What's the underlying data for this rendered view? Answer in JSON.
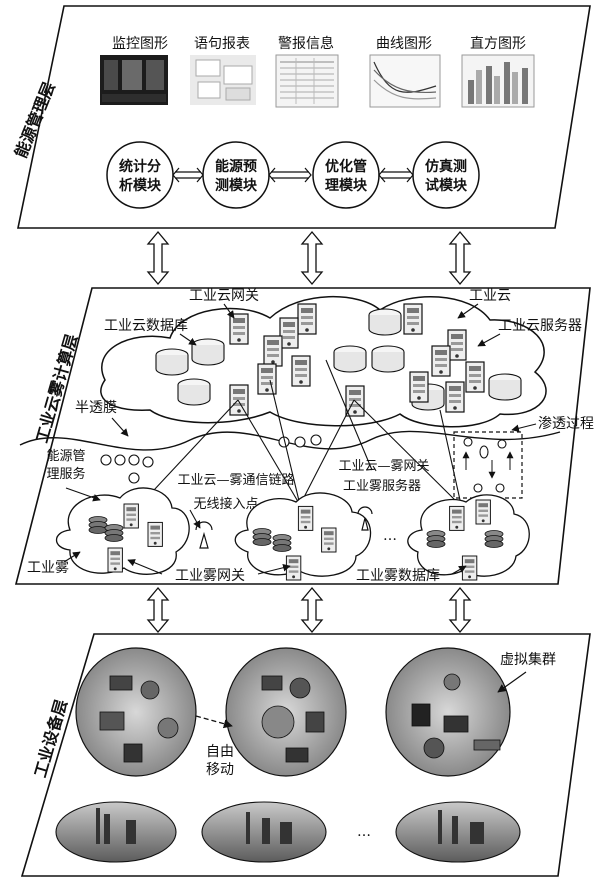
{
  "layers": {
    "energy": "能源管理层",
    "cloudfog": "工业云雾计算层",
    "device": "工业设备层"
  },
  "energy_layer": {
    "figures": [
      "监控图形",
      "语句报表",
      "警报信息",
      "曲线图形",
      "直方图形"
    ],
    "modules": [
      [
        "统计分",
        "析模块"
      ],
      [
        "能源预",
        "测模块"
      ],
      [
        "优化管",
        "理模块"
      ],
      [
        "仿真测",
        "试模块"
      ]
    ]
  },
  "cloudfog_layer": {
    "cloud_gateway": "工业云网关",
    "cloud": "工业云",
    "cloud_db": "工业云数据库",
    "cloud_server": "工业云服务器",
    "membrane": "半透膜",
    "permeation": "渗透过程",
    "energy_service": [
      "能源管",
      "理服务"
    ],
    "link": "工业云—雾通信链路",
    "fog_gateway_top": "工业云—雾网关",
    "wireless": "无线接入点",
    "fog_server": "工业雾服务器",
    "fog": "工业雾",
    "fog_gateway": "工业雾网关",
    "fog_db": "工业雾数据库",
    "ellipsis": "…"
  },
  "device_layer": {
    "cluster": "虚拟集群",
    "free_move": [
      "自由",
      "移动"
    ],
    "ellipsis": "…"
  }
}
